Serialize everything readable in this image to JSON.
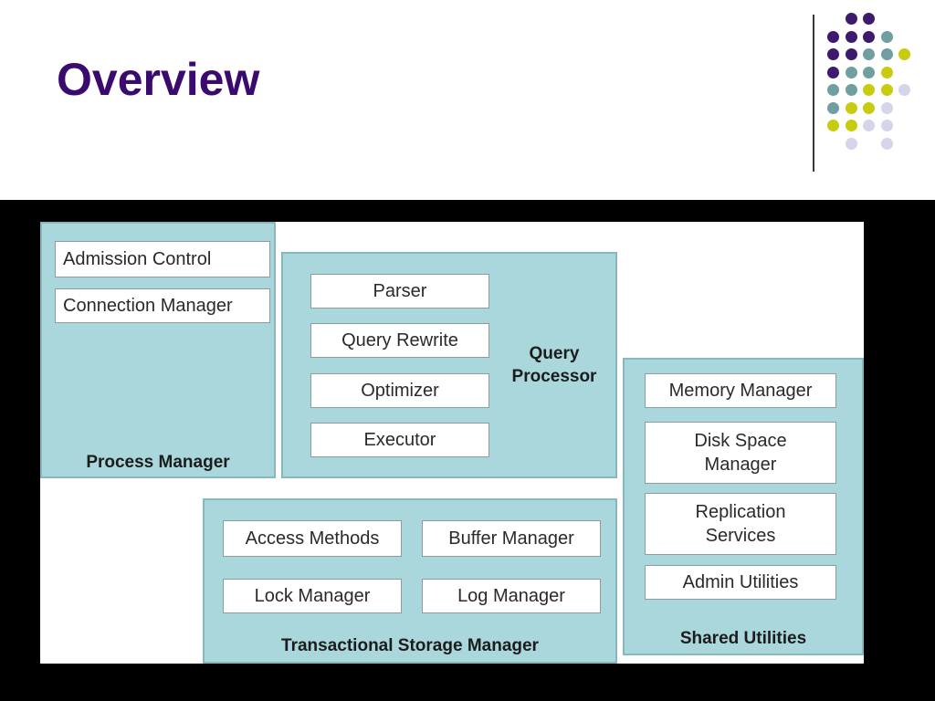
{
  "slide": {
    "title": "Overview"
  },
  "decoration": {
    "dot_colors": {
      "purple": "#3d1a6e",
      "teal": "#6f9fa0",
      "yellow": "#c8cc10",
      "lavender": "#d4d4ea"
    }
  },
  "diagram": {
    "process_manager": {
      "label": "Process Manager",
      "components": [
        "Admission Control",
        "Connection Manager"
      ]
    },
    "query_processor": {
      "label": "Query\nProcessor",
      "components": [
        "Parser",
        "Query Rewrite",
        "Optimizer",
        "Executor"
      ]
    },
    "storage_manager": {
      "label": "Transactional Storage Manager",
      "components": [
        "Access Methods",
        "Buffer Manager",
        "Lock Manager",
        "Log Manager"
      ]
    },
    "shared_utilities": {
      "label": "Shared Utilities",
      "components": [
        "Memory Manager",
        "Disk Space\nManager",
        "Replication\nServices",
        "Admin Utilities"
      ]
    }
  }
}
